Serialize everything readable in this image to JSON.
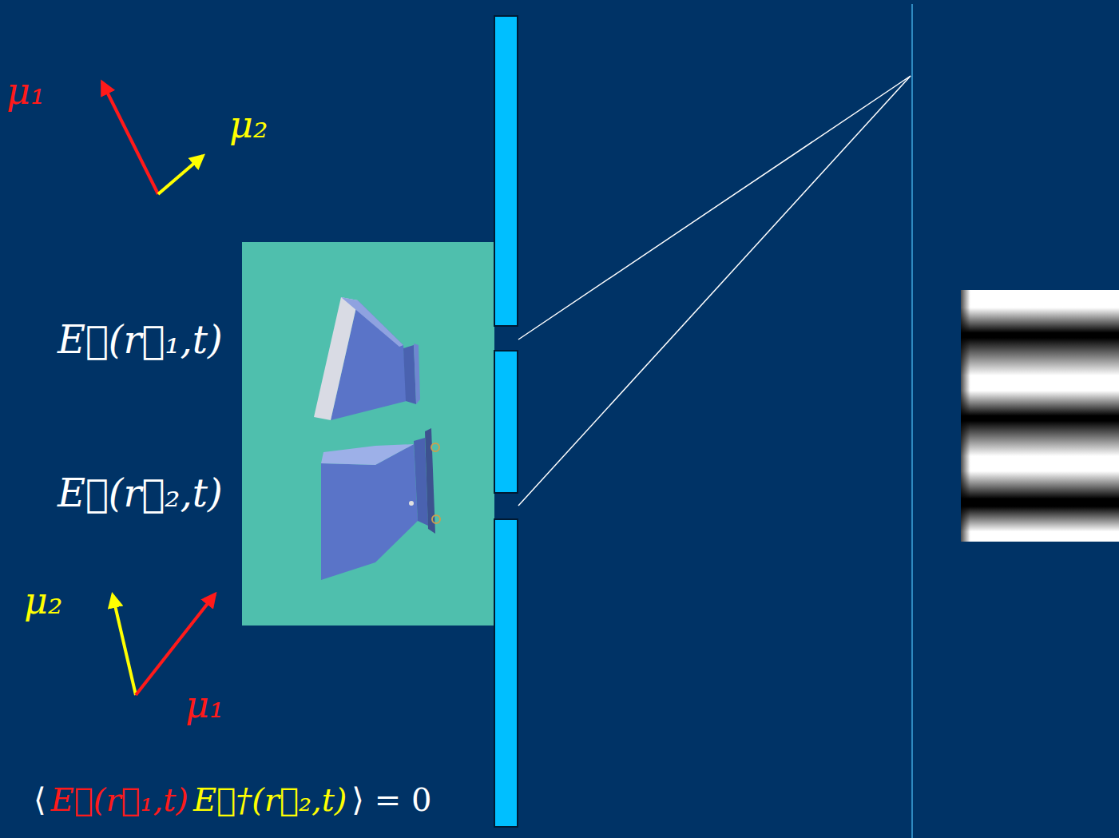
{
  "diagram": {
    "labels": [
      "μ₁",
      "μ₂",
      "E⃗(r⃗₁,t)",
      "E⃗(r⃗₂,t)",
      "μ₂",
      "μ₁",
      "⟨",
      "E⃗(r⃗₁,t)",
      "E⃗†(r⃗₂,t)",
      "⟩ = 0"
    ]
  }
}
